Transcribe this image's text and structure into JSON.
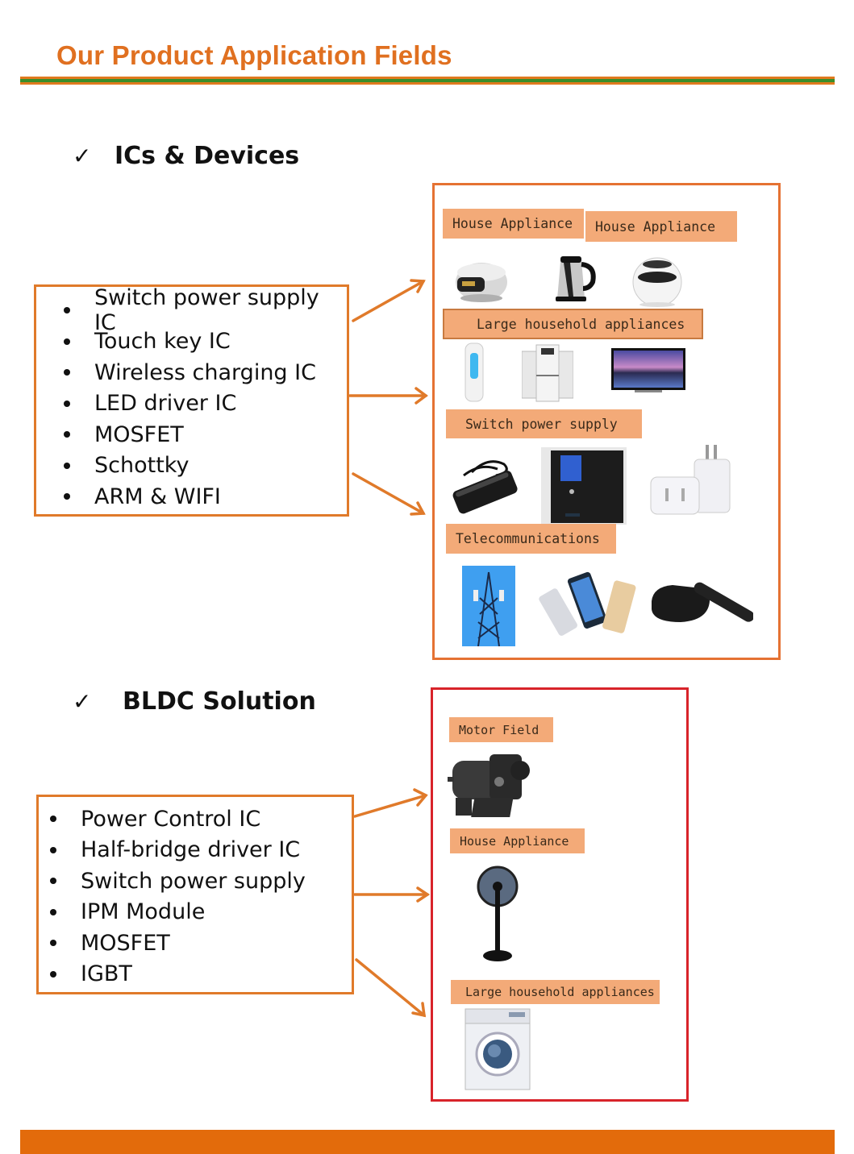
{
  "page": {
    "title": "Our Product Application Fields",
    "colors": {
      "title": "#e07020",
      "rule_orange": "#e07a1e",
      "rule_green": "#3a8e2a",
      "tag_bg": "#f3aa78",
      "panel1_border": "#e57233",
      "panel2_border": "#d8232a",
      "footer": "#e36b0b"
    }
  },
  "sections": [
    {
      "heading": "ICs & Devices",
      "check": "✓",
      "items": [
        "Switch power supply IC",
        "Touch key IC",
        "Wireless charging IC",
        "LED driver IC",
        "MOSFET",
        "Schottky",
        "ARM & WIFI"
      ],
      "panel": {
        "tags": [
          "House Appliance",
          "House Appliance",
          "Large household appliances",
          "Switch power supply",
          "Telecommunications"
        ],
        "images": [
          "rice-cooker",
          "electric-kettle",
          "speaker",
          "tower-fan",
          "air-purifier",
          "television",
          "laptop-adapter",
          "ups-power",
          "usb-charger",
          "cell-tower",
          "smartphones",
          "tv-box"
        ]
      }
    },
    {
      "heading": "BLDC Solution",
      "check": "✓",
      "items": [
        "Power Control IC",
        "Half-bridge driver IC",
        "Switch power supply",
        "IPM Module",
        "MOSFET",
        "IGBT"
      ],
      "panel": {
        "tags": [
          "Motor Field",
          "House Appliance",
          "Large household appliances"
        ],
        "images": [
          "electric-motor",
          "standing-fan",
          "washing-machine"
        ]
      }
    }
  ]
}
